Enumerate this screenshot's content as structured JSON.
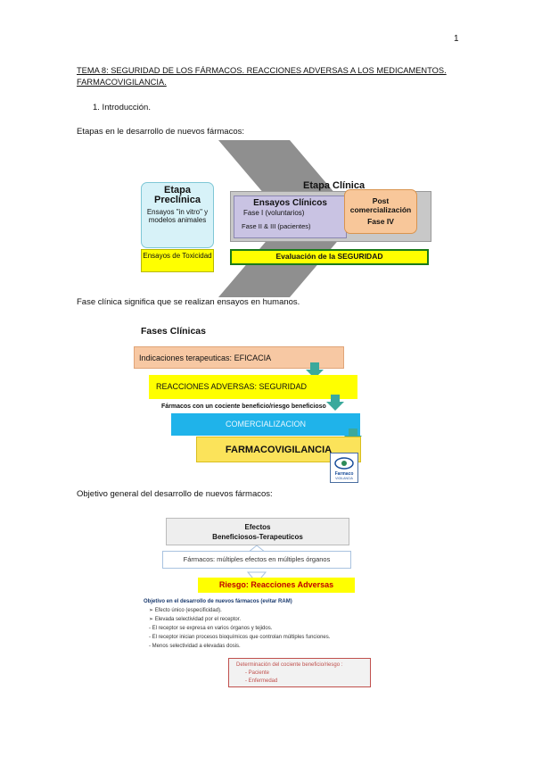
{
  "page_number": "1",
  "title": "TEMA 8: SEGURIDAD DE LOS FÁRMACOS. REACCIONES ADVERSAS A LOS MEDICAMENTOS. FARMACOVIGILANCIA.",
  "section_heading": "1.   Introducción.",
  "paragraph_1": "Etapas en le desarrollo de nuevos fármacos:",
  "paragraph_2": "Fase clínica significa que se realizan ensayos en humanos.",
  "paragraph_3": "Objetivo general del desarrollo de nuevos fármacos:",
  "diagram_etapas": {
    "etapa_preclinica_title": "Etapa Preclínica",
    "etapa_preclinica_body": "Ensayos \"in vitro\" y modelos animales",
    "ensayos_toxicidad": "Ensayos de Toxicidad",
    "etapa_clinica_label": "Etapa Clínica",
    "ensayos_clinicos_title": "Ensayos Clínicos",
    "fase_i": "Fase I (voluntarios)",
    "fase_ii_iii": "Fase II & III (pacientes)",
    "post_comercializacion": "Post comercialización",
    "fase_iv": "Fase IV",
    "evaluacion": "Evaluación de la SEGURIDAD"
  },
  "diagram_fases": {
    "heading": "Fases Clínicas",
    "indicaciones": "Indicaciones terapeuticas: EFICACIA",
    "reacciones": "REACCIONES ADVERSAS: SEGURIDAD",
    "ratio_note": "Fármacos con un cociente beneficio/riesgo beneficioso",
    "comercializacion": "COMERCIALIZACION",
    "farmacovigilancia": "FARMACOVIGILANCIA",
    "logo_text": "Farmaco",
    "logo_subtext": "VIGILANCIA"
  },
  "diagram_objetivo": {
    "efectos_line1": "Efectos",
    "efectos_line2": "Beneficiosos-Terapeuticos",
    "farmacos": "Fármacos: múltiples efectos en múltiples órganos",
    "riesgo": "Riesgo: Reacciones Adversas",
    "objetivo_heading": "Objetivo en el desarrollo de nuevos fármacos (evitar RAM)",
    "objetivo_items": [
      "➢ Efecto único (especificidad).",
      "➢ Elevada selectividad por el receptor.",
      "- El receptor se expresa en varios órganos y tejidos.",
      "- El receptor inician procesos bioquímicos que controlan múltiples funciones.",
      "- Menos selectividad a elevadas dosis."
    ],
    "determinacion_heading": "Determinación del cociente beneficio/riesgo :",
    "determinacion_items": [
      "- Paciente",
      "- Enfermedad"
    ]
  }
}
